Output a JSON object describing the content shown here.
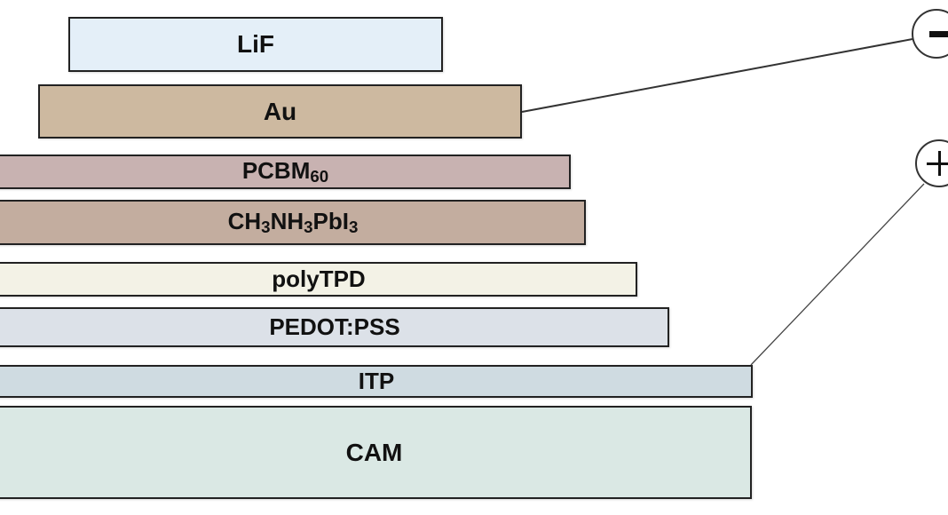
{
  "diagram": {
    "title": "",
    "type": "device layer stack",
    "layers": [
      {
        "id": "lif",
        "label": "LiF",
        "base": "LiF",
        "subscript_parts": [],
        "fill": "#e4eff8"
      },
      {
        "id": "au",
        "label": "Au",
        "base": "Au",
        "subscript_parts": [],
        "fill": "#cdb9a0"
      },
      {
        "id": "pcbm",
        "label": "PCBM60",
        "parts": [
          [
            "PCBM",
            false
          ],
          [
            "60",
            true
          ]
        ],
        "fill": "#c8b2b1"
      },
      {
        "id": "perov",
        "label": "CH3NH3PbI3",
        "parts": [
          [
            "CH",
            false
          ],
          [
            "3",
            true
          ],
          [
            "NH",
            false
          ],
          [
            "3",
            true
          ],
          [
            "PbI",
            false
          ],
          [
            "3",
            true
          ]
        ],
        "fill": "#c3ad9f"
      },
      {
        "id": "polytpd",
        "label": "polyTPD",
        "parts": [
          [
            "polyTPD",
            false
          ]
        ],
        "fill": "#f3f2e6"
      },
      {
        "id": "pedot",
        "label": "PEDOT:PSS",
        "parts": [
          [
            "PEDOT:PSS",
            false
          ]
        ],
        "fill": "#dce1e8"
      },
      {
        "id": "itp",
        "label": "ITP",
        "parts": [
          [
            "ITP",
            false
          ]
        ],
        "fill": "#cfdbe1"
      },
      {
        "id": "cam",
        "label": "CAM",
        "parts": [
          [
            "CAM",
            false
          ]
        ],
        "fill": "#dae8e4"
      }
    ],
    "terminals": [
      {
        "id": "negative",
        "symbol": "−",
        "icon": "minus-icon",
        "connected_to": "Au"
      },
      {
        "id": "positive",
        "symbol": "+",
        "icon": "plus-icon",
        "connected_to": "ITP"
      }
    ],
    "colors": {
      "border": "#222222",
      "wire": "#333333",
      "background": "#ffffff"
    }
  }
}
